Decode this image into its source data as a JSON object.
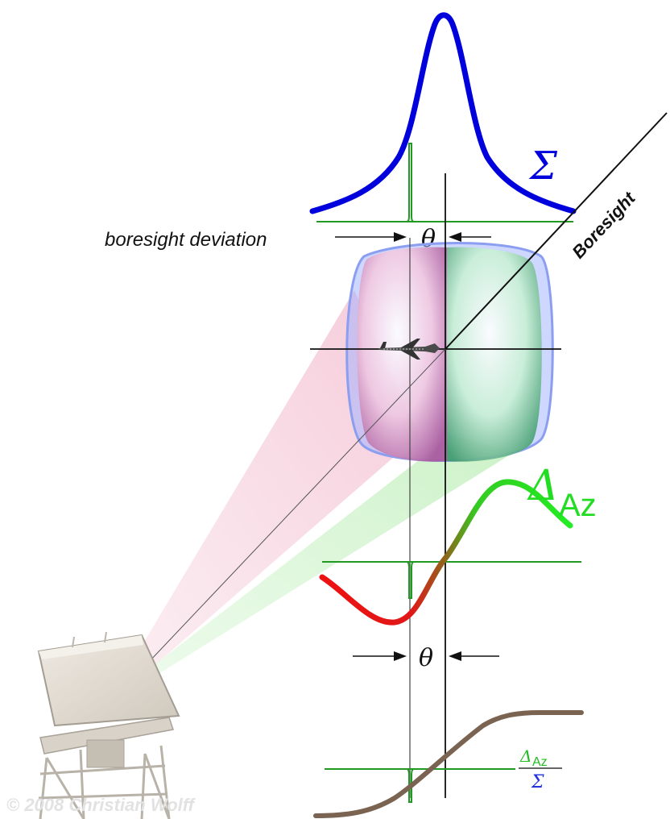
{
  "labels": {
    "sum_symbol": "Σ",
    "boresight_deviation": "boresight deviation",
    "theta_top": "θ",
    "boresight": "Boresight",
    "delta_az_delta": "Δ",
    "delta_az_sub": "Az",
    "theta_bottom": "θ",
    "ratio_num_delta": "Δ",
    "ratio_num_sub": "Az",
    "ratio_den": "Σ",
    "copyright": "© 2008 Christian Wolff"
  },
  "colors": {
    "sum_curve": "#0000dd",
    "delta_positive": "#22dd22",
    "delta_negative": "#ee1111",
    "ratio_curve": "#7a6350",
    "baseline": "#229922",
    "lines": "#111111"
  },
  "icons": {
    "aircraft": "aircraft-icon",
    "radar_antenna": "radar-antenna-tower"
  }
}
